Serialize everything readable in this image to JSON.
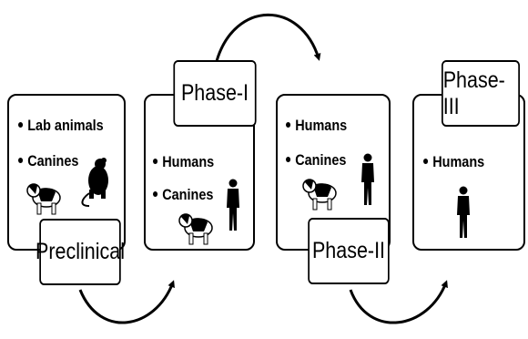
{
  "stages": [
    {
      "label": "Preclinical",
      "items": [
        "Lab animals",
        "Canines"
      ],
      "icons": [
        "dog-icon",
        "rat-icon"
      ]
    },
    {
      "label": "Phase-I",
      "items": [
        "Humans",
        "Canines"
      ],
      "icons": [
        "dog-icon",
        "human-icon"
      ]
    },
    {
      "label": "Phase-II",
      "items": [
        "Humans",
        "Canines"
      ],
      "icons": [
        "dog-icon",
        "human-icon"
      ]
    },
    {
      "label": "Phase-III",
      "items": [
        "Humans"
      ],
      "icons": [
        "human-icon"
      ]
    }
  ],
  "colors": {
    "stroke": "#000000",
    "fill": "#ffffff"
  }
}
